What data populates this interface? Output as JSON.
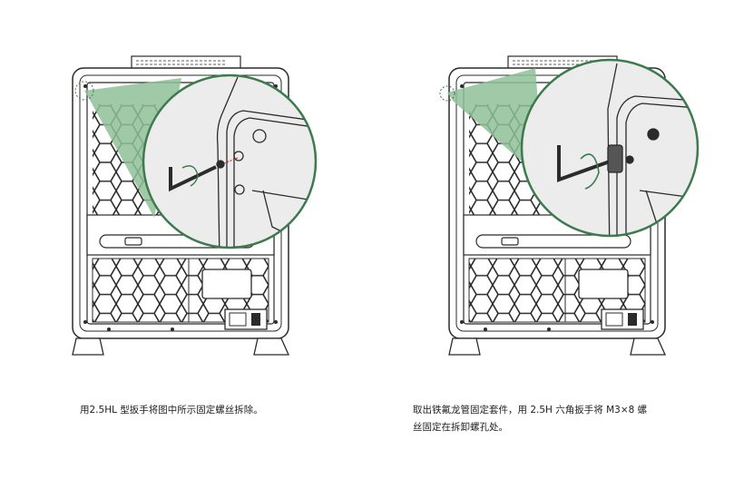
{
  "steps": [
    {
      "caption": "用2.5HL 型扳手将图中所示固定螺丝拆除。"
    },
    {
      "caption_line1": "取出铁氟龙管固定套件，用 2.5H 六角扳手将 M3×8 螺",
      "caption_line2": "丝固定在拆卸螺孔处。"
    }
  ],
  "colors": {
    "accent_green": "#3d7a4e",
    "callout_fill": "#8fbf98",
    "line": "#2b2b2b",
    "detail_bg": "#ececec",
    "marker_red": "#e03030"
  }
}
